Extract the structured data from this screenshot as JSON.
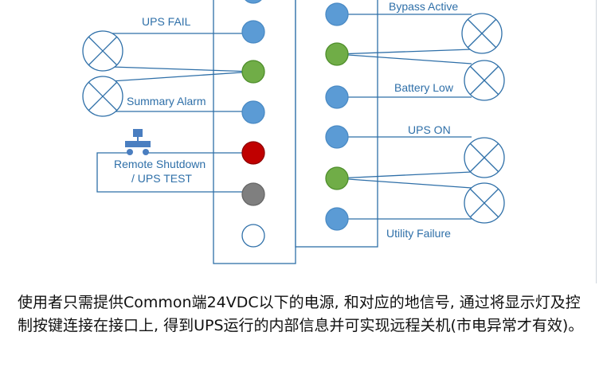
{
  "labels": {
    "ups_fail": "UPS FAIL",
    "summary_alarm": "Summary Alarm",
    "remote_shutdown": "Remote Shutdown",
    "ups_test": "/ UPS TEST",
    "bypass_active": "Bypass Active",
    "battery_low": "Battery Low",
    "ups_on": "UPS ON",
    "utility_failure": "Utility Failure"
  },
  "description": "使用者只需提供Common端24VDC以下的电源, 和对应的地信号, 通过将显示灯及控制按键连接在接口上, 得到UPS运行的内部信息并可实现远程关机(市电异常才有效)。",
  "colors": {
    "pin_blue": "#5b9bd5",
    "pin_green": "#70ad47",
    "pin_red": "#c00000",
    "pin_gray": "#7f7f7f",
    "line": "#2e6fa8",
    "label": "#2e6fa8"
  },
  "icons": {
    "lamp": "lamp-x-icon",
    "switch": "pushbutton-switch-icon"
  }
}
